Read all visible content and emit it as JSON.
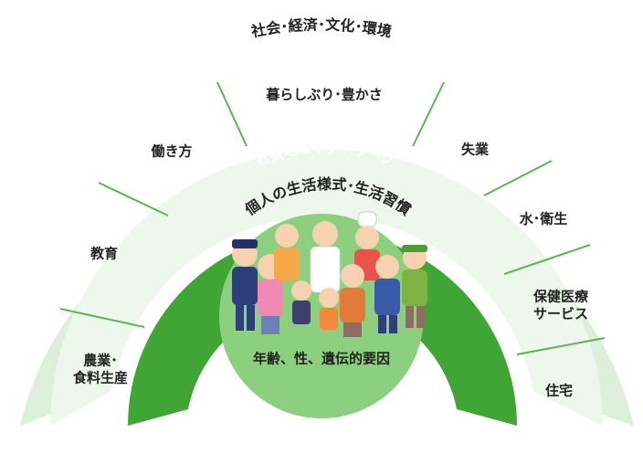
{
  "outer_ring": {
    "title": "社会･経済･文化･環境",
    "segments": [
      {
        "label": "農業･\n食料生産"
      },
      {
        "label": "教育"
      },
      {
        "label": "働き方"
      },
      {
        "label": "暮らしぶり･豊かさ"
      },
      {
        "label": "失業"
      },
      {
        "label": "水･衛生"
      },
      {
        "label": "保健医療\nサービス"
      },
      {
        "label": "住宅"
      }
    ]
  },
  "network_ring": {
    "label": "社会地域ネットワーク"
  },
  "lifestyle_layer": {
    "label": "個人の生活様式･生活習慣"
  },
  "core": {
    "label": "年齢、性、遺伝的要因",
    "illustration": "family-and-community-people-illustration"
  },
  "colors": {
    "outer_ring": "#dcefd8",
    "divider": "#5ab552",
    "network_ring": "#3fa535",
    "inner_white": "#ffffff",
    "core": "#8ccf7e"
  }
}
